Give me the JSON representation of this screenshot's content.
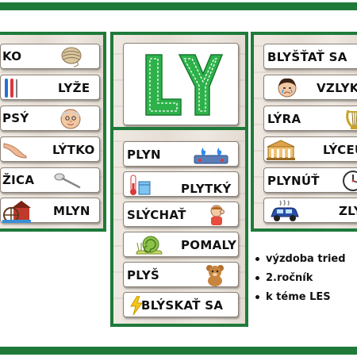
{
  "title": "LY",
  "left_panel": {
    "words": [
      "KO",
      "LYŽE",
      "PSÝ",
      "LÝTKO",
      "ŽICA",
      "MLYN"
    ],
    "icons": [
      "twine-ball-icon",
      "skis-icon",
      "old-man-icon",
      "leg-calf-icon",
      "spoon-icon",
      "watermill-icon"
    ]
  },
  "center_panel": {
    "words": [
      "PLYN",
      "PLYTKÝ",
      "SLÝCHAŤ",
      "POMALY",
      "PLYŠ",
      "BLÝSKAŤ SA"
    ],
    "icons": [
      "gas-stove-icon",
      "shallow-thermometer-icon",
      "listening-child-icon",
      "snail-icon",
      "teddy-bear-icon",
      "lightning-icon"
    ]
  },
  "right_panel": {
    "words": [
      "BLYŠŤAŤ SA",
      "VZLYK",
      "LÝRA",
      "LÝCEU",
      "PLYNÚŤ",
      "ZLYH"
    ],
    "icons": [
      "",
      "crying-girl-icon",
      "lyre-icon",
      "building-icon",
      "clock-icon",
      "broken-car-icon"
    ]
  },
  "notes": [
    "výzdoba tried",
    "2.ročník",
    "k téme LES"
  ],
  "colors": {
    "frame": "#1f7a3a",
    "title_fill": "#2db24a",
    "title_stitch": "#ffffff"
  }
}
